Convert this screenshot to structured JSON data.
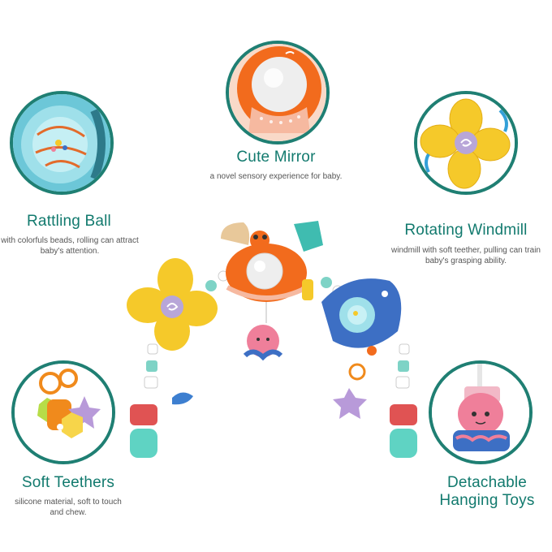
{
  "features": {
    "mirror": {
      "title": "Cute Mirror",
      "desc": "a novel sensory experience for baby."
    },
    "ball": {
      "title": "Rattling Ball",
      "desc": "with colorfuls beads, rolling can attract baby's attention."
    },
    "windmill": {
      "title": "Rotating Windmill",
      "desc": "windmill with soft teether, pulling can train baby's grasping ability."
    },
    "teethers": {
      "title": "Soft Teethers",
      "desc": "silicone material, soft to touch and chew."
    },
    "hanging": {
      "title": "Detachable Hanging Toys",
      "line1": "Detachable",
      "line2": "Hanging Toys"
    }
  },
  "icons": {
    "mirror": "mirror-icon",
    "ball": "rattle-ball-icon",
    "windmill": "windmill-icon",
    "teethers": "teether-icon",
    "hanging": "octopus-icon",
    "product": "stroller-arch-toy"
  },
  "colors": {
    "title_teal": "#127a6e",
    "ring_teal": "#1f7f73",
    "orange": "#f26b1d",
    "yellow": "#f5c92a",
    "blue": "#3d6fc4",
    "pink": "#ef7f9a",
    "mint": "#7ed3c6"
  }
}
